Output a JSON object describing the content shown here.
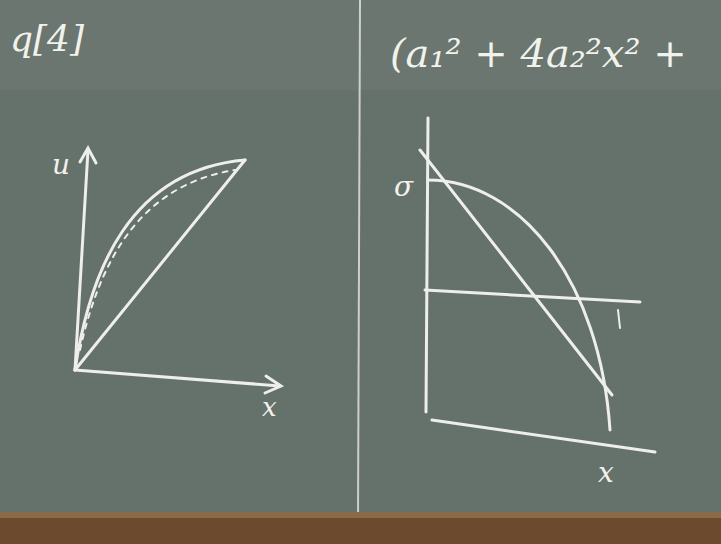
{
  "diagram": {
    "labels": [
      "q[4]",
      "(a₁² + 4a₂²x² +",
      "u",
      "x",
      "σ",
      "x"
    ]
  }
}
